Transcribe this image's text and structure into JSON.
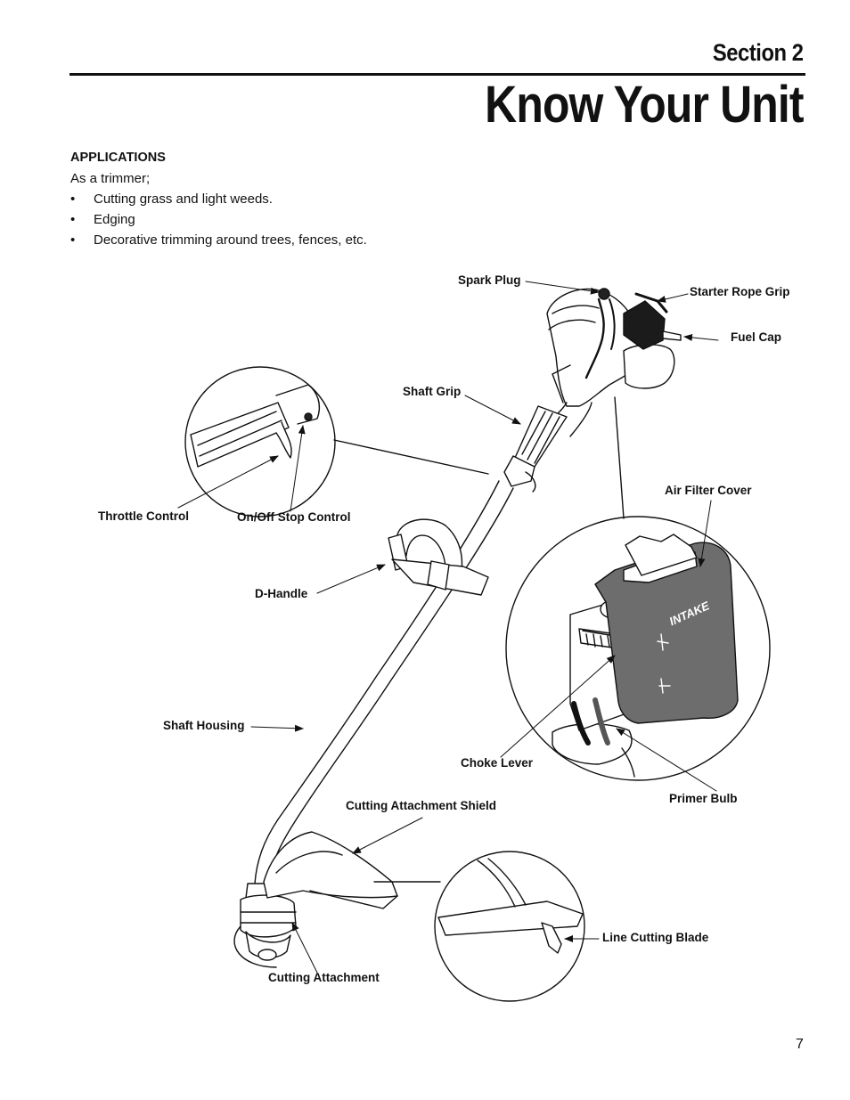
{
  "header": {
    "section": "Section 2",
    "title": "Know Your Unit"
  },
  "applications": {
    "heading": "APPLICATIONS",
    "intro": "As a trimmer;",
    "bullet": "•",
    "items": [
      "Cutting grass and light weeds.",
      "Edging",
      "Decorative trimming around trees, fences, etc."
    ]
  },
  "diagram": {
    "labels": {
      "spark_plug": "Spark Plug",
      "starter_rope_grip": "Starter Rope Grip",
      "fuel_cap": "Fuel Cap",
      "shaft_grip": "Shaft Grip",
      "throttle_control": "Throttle Control",
      "on_off_stop_control": "On/Off Stop Control",
      "air_filter_cover": "Air Filter Cover",
      "d_handle": "D-Handle",
      "shaft_housing": "Shaft Housing",
      "choke_lever": "Choke Lever",
      "primer_bulb": "Primer Bulb",
      "cutting_attachment_shield": "Cutting Attachment Shield",
      "line_cutting_blade": "Line Cutting Blade",
      "cutting_attachment": "Cutting Attachment"
    },
    "intake_text": "INTAKE"
  },
  "footer": {
    "page_number": "7"
  }
}
